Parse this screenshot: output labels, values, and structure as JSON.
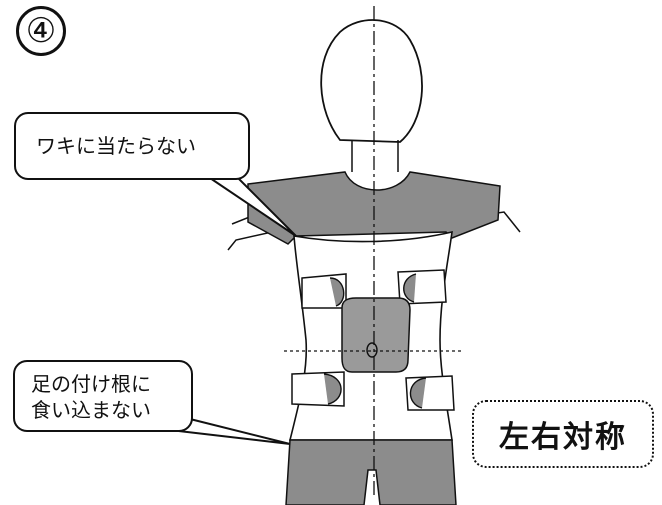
{
  "step_number": "④",
  "callouts": {
    "armpit": "ワキに当たらない",
    "thigh_line1": "足の付け根に",
    "thigh_line2": "食い込まない"
  },
  "symmetric_label": "左右対称",
  "colors": {
    "garment_gray": "#8c8c8c",
    "patch_gray": "#9a9a9a",
    "line": "#111111"
  }
}
